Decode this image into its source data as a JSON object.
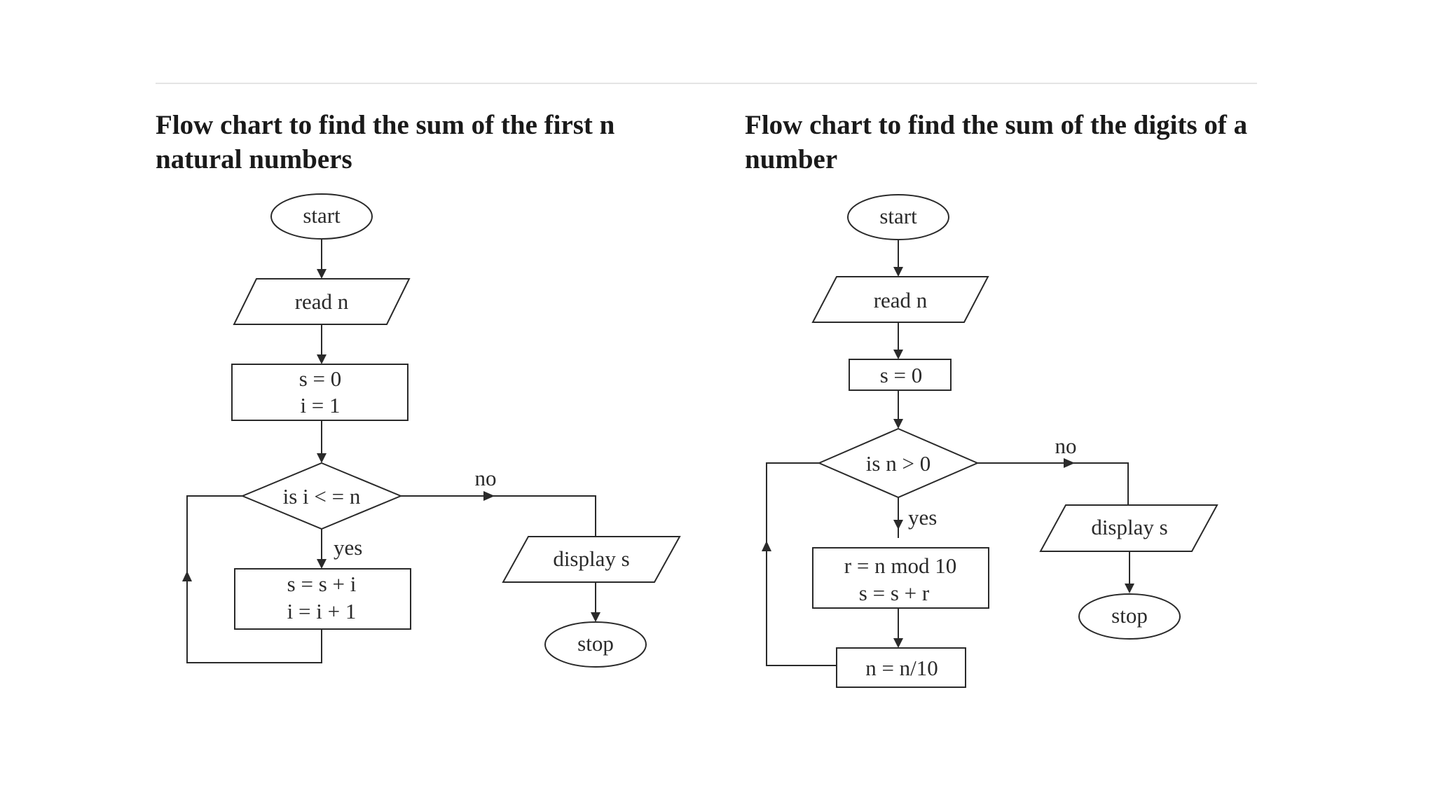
{
  "left_chart": {
    "title": "Flow chart to find the sum of the first n natural numbers",
    "start": "start",
    "read": "read n",
    "init_line1": "s = 0",
    "init_line2": "i = 1",
    "decision": "is i < = n",
    "yes": "yes",
    "no": "no",
    "body_line1": "s = s + i",
    "body_line2": "i = i + 1",
    "display": "display s",
    "stop": "stop"
  },
  "right_chart": {
    "title": "Flow chart to find the sum of the digits of a number",
    "start": "start",
    "read": "read n",
    "init": "s = 0",
    "decision": "is n > 0",
    "yes": "yes",
    "no": "no",
    "body_line1": "r = n mod 10",
    "body_line2": "s = s + r",
    "divide": "n = n/10",
    "display": "display s",
    "stop": "stop"
  }
}
